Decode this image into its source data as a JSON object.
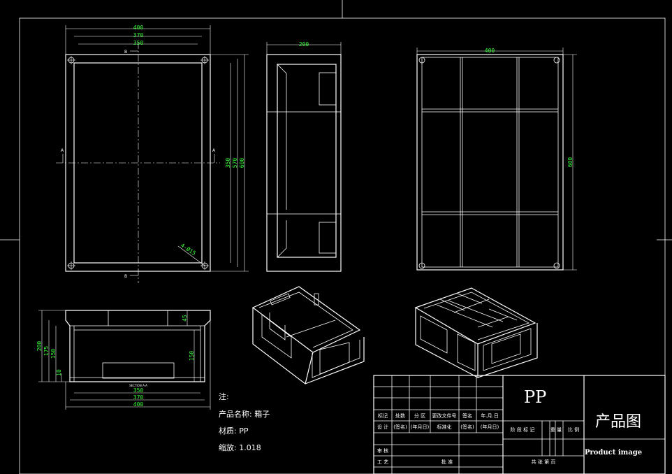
{
  "drawing": {
    "top_view": {
      "dims": [
        "400",
        "370",
        "350",
        "350",
        "570",
        "600"
      ],
      "section_marks": [
        "B",
        "B",
        "A",
        "A"
      ],
      "hole_note": "4-Ø15"
    },
    "side_view": {
      "dims": [
        "200"
      ]
    },
    "right_view": {
      "dims": [
        "400",
        "600"
      ]
    },
    "section_view": {
      "dims_left": [
        "200",
        "175",
        "150",
        "10"
      ],
      "dims_right": [
        "45",
        "150"
      ],
      "dims_bottom": [
        "350",
        "370",
        "400"
      ],
      "caption": "SECTION A-A"
    }
  },
  "notes": {
    "heading": "注:",
    "product_name": "产品名称: 箱子",
    "material": "材质: PP",
    "scale": "缩放: 1.018"
  },
  "title_block": {
    "material_code": "PP",
    "title_cn": "产品图",
    "title_en": "Product image",
    "row_labels": [
      "标记",
      "处数",
      "分 区",
      "更改文件号",
      "签名",
      "年.月.日"
    ],
    "design_row": [
      "设 计",
      "(签名)",
      "(年月日)",
      "标准化",
      "(签名)",
      "(年月日)"
    ],
    "stage_labels": [
      "阶 段 标 记",
      "重 量",
      "比 例"
    ],
    "review": "审 核",
    "process": "工 艺",
    "approve": "批 准",
    "sheet_info": "共   张   第   页"
  }
}
